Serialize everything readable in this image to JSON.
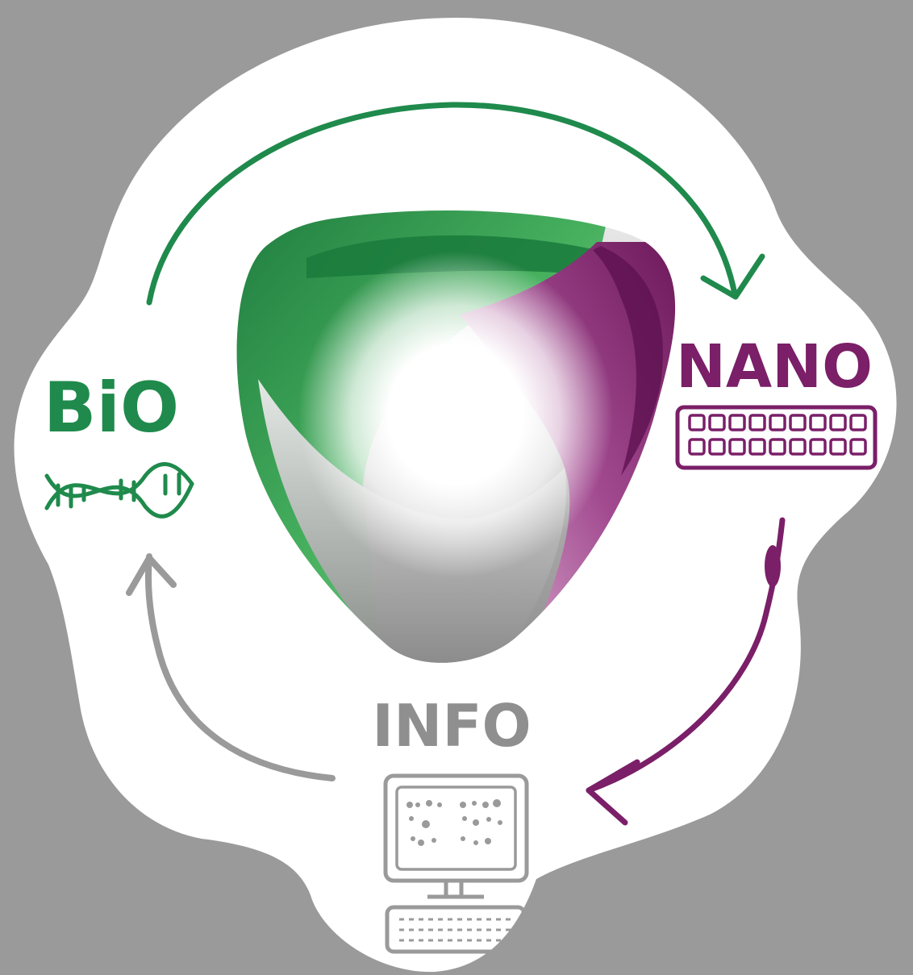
{
  "labels": {
    "bio": "BiO",
    "nano": "NANO",
    "info": "INFO"
  },
  "colors": {
    "background": "#9a9a9a",
    "panel": "#ffffff",
    "bio_green": "#1f8a4c",
    "nano_purple": "#7a1f68",
    "info_gray": "#8f8f8f"
  },
  "icons": [
    "dna-icon",
    "chip-icon",
    "computer-icon",
    "keyboard-icon"
  ]
}
